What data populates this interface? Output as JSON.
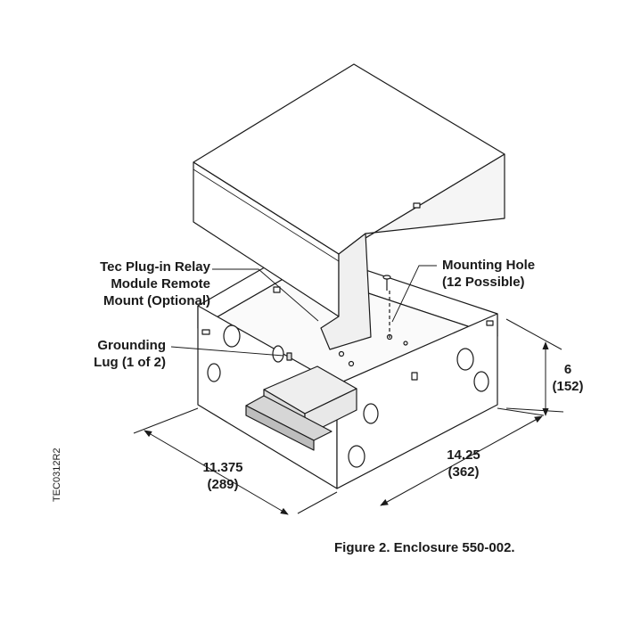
{
  "callouts": {
    "relay": [
      "Tec Plug-in Relay",
      "Module Remote",
      "Mount (Optional)"
    ],
    "grounding": [
      "Grounding",
      "Lug (1 of 2)"
    ],
    "mounting": [
      "Mounting Hole",
      "(12 Possible)"
    ]
  },
  "dimensions": {
    "width": {
      "value": "11.375",
      "metric": "(289)"
    },
    "depth": {
      "value": "14.25",
      "metric": "(362)"
    },
    "height": {
      "value": "6",
      "metric": "(152)"
    }
  },
  "caption": "Figure 2.  Enclosure 550-002.",
  "drawing_code": "TEC0312R2",
  "colors": {
    "line": "#1a1a1a",
    "fill": "#ffffff",
    "shade": "#dcdcdc"
  }
}
